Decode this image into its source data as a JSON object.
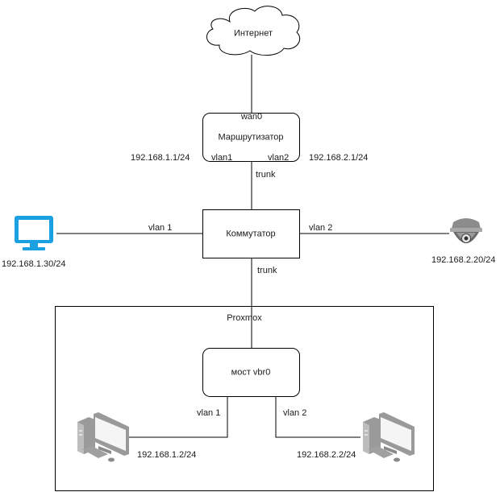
{
  "diagram": {
    "internet": {
      "label": "Интернет"
    },
    "router": {
      "label": "Маршрутизатор",
      "ports": {
        "wan": "wan0",
        "vlan1": "vlan1",
        "vlan2": "vlan2"
      },
      "ip_vlan1": "192.168.1.1/24",
      "ip_vlan2": "192.168.2.1/24"
    },
    "links": {
      "router_switch": "trunk",
      "switch_proxmox": "trunk",
      "switch_pc": "vlan 1",
      "switch_camera": "vlan 2",
      "bridge_vm1": "vlan 1",
      "bridge_vm2": "vlan 2"
    },
    "switch": {
      "label": "Коммутатор"
    },
    "pc": {
      "ip": "192.168.1.30/24",
      "icon": "monitor-icon",
      "color": "#1ba1e2"
    },
    "camera": {
      "ip": "192.168.2.20/24",
      "icon": "camera-icon"
    },
    "proxmox": {
      "label": "Proxmox",
      "bridge": {
        "label": "мост vbr0"
      },
      "vm1": {
        "ip": "192.168.1.2/24",
        "icon": "workstation-icon"
      },
      "vm2": {
        "ip": "192.168.2.2/24",
        "icon": "workstation-icon"
      }
    }
  }
}
